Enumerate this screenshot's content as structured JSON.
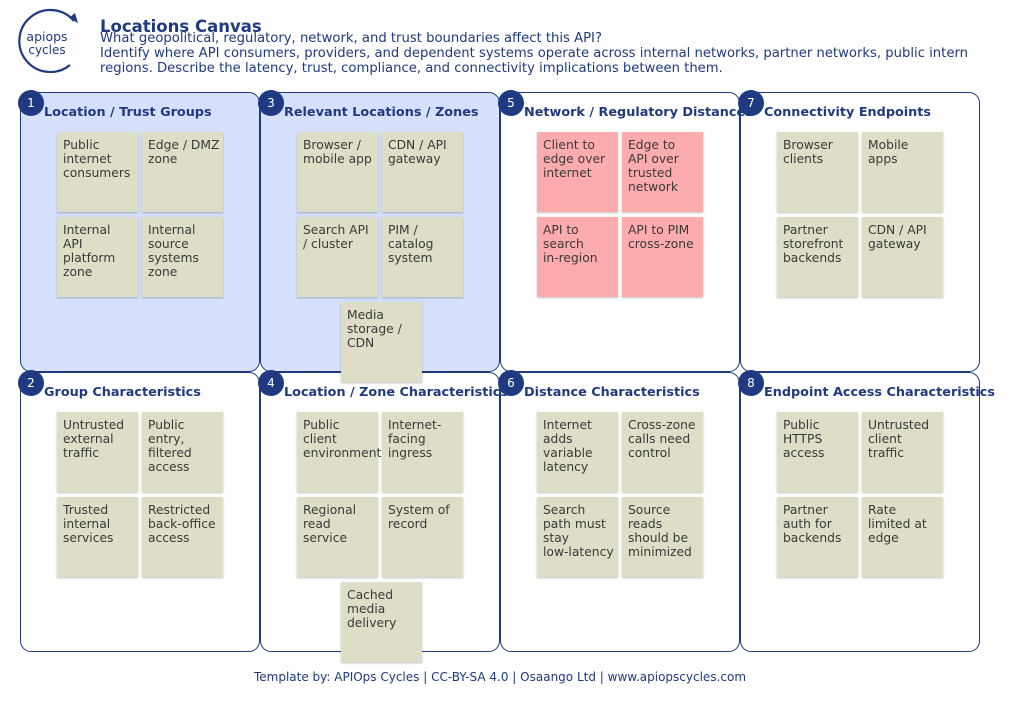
{
  "logo": {
    "line1": "apiops",
    "line2": "cycles"
  },
  "header": {
    "title": "Locations Canvas",
    "subtitle_line1": "What geopolitical, regulatory, network, and trust boundaries affect this API?",
    "subtitle_line2": "Identify where API consumers, providers, and dependent systems operate across internal networks, partner networks, public intern",
    "subtitle_line3": "regions. Describe the latency, trust, compliance, and connectivity implications between them."
  },
  "colors": {
    "primary": "#1f3a80",
    "highlight_panel": "#d6e0fd",
    "note": "#deddc5",
    "note_alert": "#fdacad"
  },
  "sections": [
    {
      "number": "1",
      "title": "Location / Trust Groups",
      "highlight": true,
      "notes": [
        {
          "text": "Public\ninternet\nconsumers",
          "color": "tan"
        },
        {
          "text": "Edge / DMZ\nzone",
          "color": "tan"
        },
        {
          "text": "Internal\nAPI\nplatform\nzone",
          "color": "tan"
        },
        {
          "text": "Internal\nsource\nsystems\nzone",
          "color": "tan"
        }
      ]
    },
    {
      "number": "3",
      "title": "Relevant Locations / Zones",
      "highlight": true,
      "notes": [
        {
          "text": "Browser /\nmobile app",
          "color": "tan"
        },
        {
          "text": "CDN / API\ngateway",
          "color": "tan"
        },
        {
          "text": "Search API\n/ cluster",
          "color": "tan"
        },
        {
          "text": "PIM /\ncatalog\nsystem",
          "color": "tan"
        },
        {
          "text": "Media\nstorage /\nCDN",
          "color": "tan"
        }
      ]
    },
    {
      "number": "5",
      "title": "Network / Regulatory Distances",
      "highlight": false,
      "notes": [
        {
          "text": "Client to\nedge over\ninternet",
          "color": "pink"
        },
        {
          "text": "Edge to\nAPI over\ntrusted\nnetwork",
          "color": "pink"
        },
        {
          "text": "API to\nsearch\nin-region",
          "color": "pink"
        },
        {
          "text": "API to PIM\ncross-zone",
          "color": "pink"
        }
      ]
    },
    {
      "number": "7",
      "title": "Connectivity Endpoints",
      "highlight": false,
      "notes": [
        {
          "text": "Browser\nclients",
          "color": "tan"
        },
        {
          "text": "Mobile\napps",
          "color": "tan"
        },
        {
          "text": "Partner\nstorefront\nbackends",
          "color": "tan"
        },
        {
          "text": "CDN / API\ngateway",
          "color": "tan"
        }
      ]
    },
    {
      "number": "2",
      "title": "Group Characteristics",
      "highlight": false,
      "notes": [
        {
          "text": "Untrusted\nexternal\ntraffic",
          "color": "tan"
        },
        {
          "text": "Public\nentry,\nfiltered\naccess",
          "color": "tan"
        },
        {
          "text": "Trusted\ninternal\nservices",
          "color": "tan"
        },
        {
          "text": "Restricted\nback-office\naccess",
          "color": "tan"
        }
      ]
    },
    {
      "number": "4",
      "title": "Location / Zone Characteristics",
      "highlight": false,
      "notes": [
        {
          "text": "Public\nclient\nenvironment",
          "color": "tan"
        },
        {
          "text": "Internet-facing\ningress",
          "color": "tan"
        },
        {
          "text": "Regional\nread\nservice",
          "color": "tan"
        },
        {
          "text": "System of\nrecord",
          "color": "tan"
        },
        {
          "text": "Cached\nmedia\ndelivery",
          "color": "tan"
        }
      ]
    },
    {
      "number": "6",
      "title": "Distance Characteristics",
      "highlight": false,
      "notes": [
        {
          "text": "Internet\nadds\nvariable\nlatency",
          "color": "tan"
        },
        {
          "text": "Cross-zone\ncalls need\ncontrol",
          "color": "tan"
        },
        {
          "text": "Search\npath must\nstay\nlow-latency",
          "color": "tan"
        },
        {
          "text": "Source\nreads\nshould be\nminimized",
          "color": "tan"
        }
      ]
    },
    {
      "number": "8",
      "title": "Endpoint Access Characteristics",
      "highlight": false,
      "notes": [
        {
          "text": "Public\nHTTPS\naccess",
          "color": "tan"
        },
        {
          "text": "Untrusted\nclient\ntraffic",
          "color": "tan"
        },
        {
          "text": "Partner\nauth for\nbackends",
          "color": "tan"
        },
        {
          "text": "Rate\nlimited at\nedge",
          "color": "tan"
        }
      ]
    }
  ],
  "footer": {
    "text": "Template by: APIOps Cycles | CC-BY-SA 4.0 | Osaango Ltd | www.apiopscycles.com"
  }
}
